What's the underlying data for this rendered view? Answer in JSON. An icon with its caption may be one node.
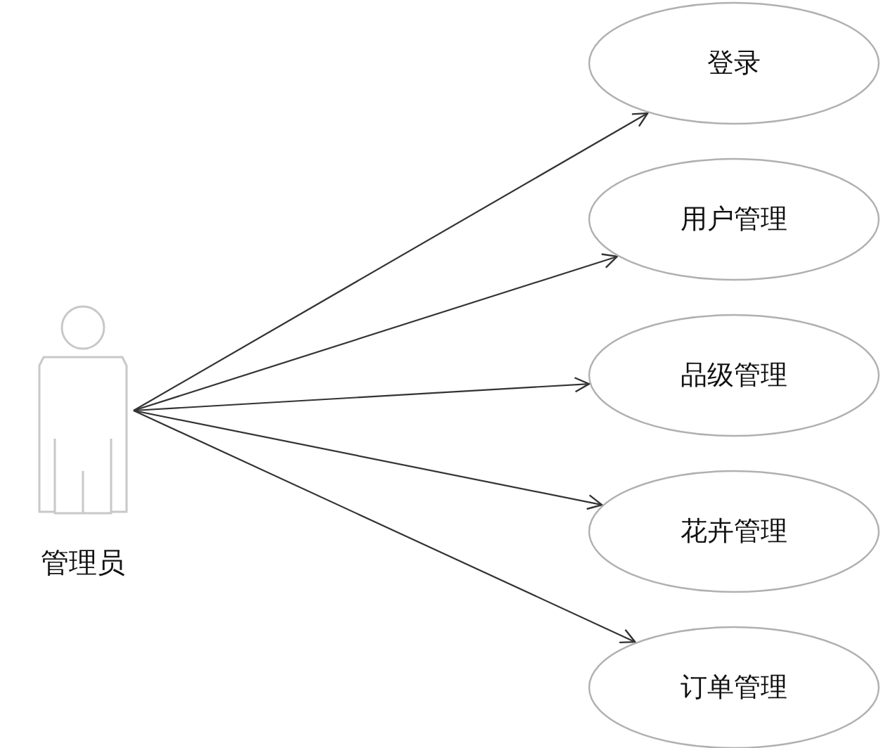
{
  "diagram": {
    "nodes": [
      {
        "text": [
          "管理员"
        ]
      },
      {
        "text": [
          "登录"
        ]
      },
      {
        "text": [
          "用户管理"
        ]
      },
      {
        "text": [
          "品级管理"
        ]
      },
      {
        "text": [
          "花卉管理"
        ]
      },
      {
        "text": [
          "订单管理"
        ]
      }
    ],
    "edges": [
      {
        "from": 0,
        "to": 1,
        "arrow": "to"
      },
      {
        "from": 0,
        "to": 2,
        "arrow": "to"
      },
      {
        "from": 0,
        "to": 3,
        "arrow": "to"
      },
      {
        "from": 0,
        "to": 4,
        "arrow": "to"
      },
      {
        "from": 0,
        "to": 5,
        "arrow": "to"
      }
    ]
  }
}
